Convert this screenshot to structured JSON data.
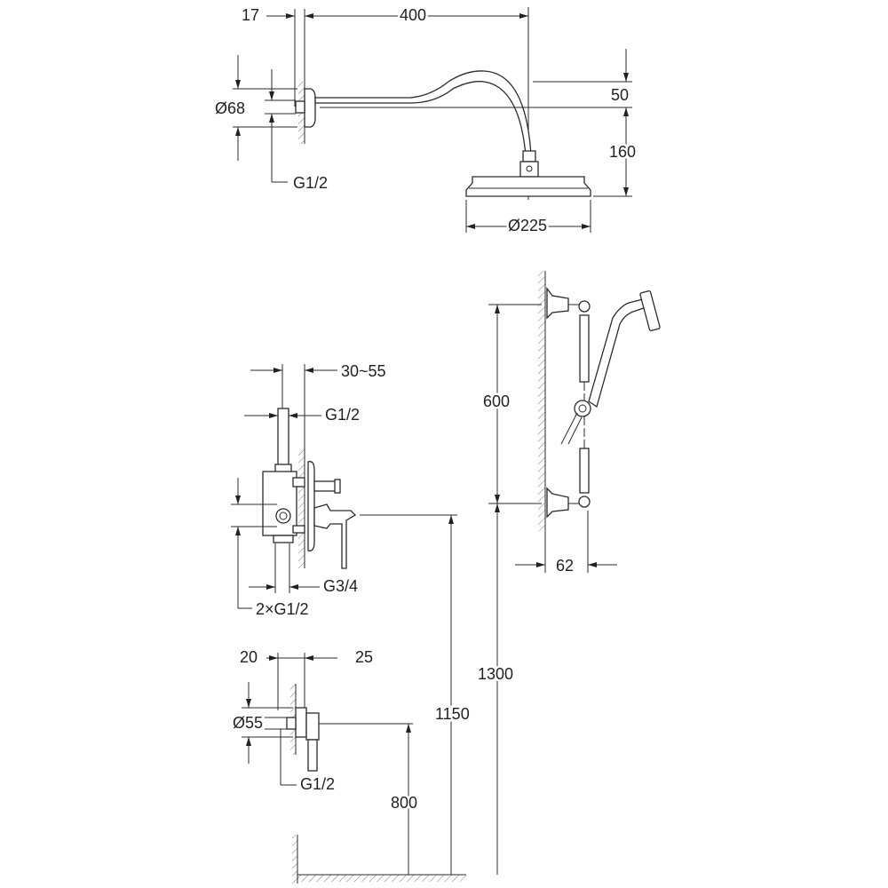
{
  "shower_arm": {
    "wall_offset": "17",
    "arm_length": "400",
    "flange_diameter": "Ø68",
    "inlet_thread": "G1/2",
    "rise": "50",
    "drop": "160",
    "head_diameter": "Ø225"
  },
  "mixer": {
    "depth_range": "30~55",
    "top_thread": "G1/2",
    "outlet_thread": "G3/4",
    "inlet_threads": "2×G1/2",
    "height": "1150"
  },
  "slide_rail": {
    "bracket_spacing": "600",
    "projection": "62",
    "height": "1300"
  },
  "wall_outlet": {
    "offset_left": "20",
    "offset_right": "25",
    "flange_diameter": "Ø55",
    "thread": "G1/2",
    "height": "800"
  },
  "colors": {
    "line": "#2b2b2b"
  }
}
